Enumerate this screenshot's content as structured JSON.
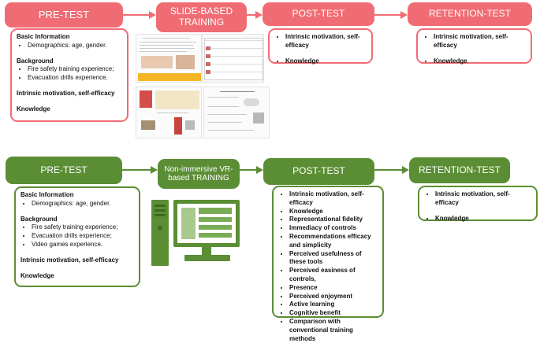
{
  "colors": {
    "red": "#f06c74",
    "green": "#5b8e34",
    "arrow_red": "#f06c74",
    "arrow_green": "#5b8e34"
  },
  "top": {
    "pretest": "PRE-TEST",
    "training": "SLIDE-BASED\nTRAINING",
    "posttest": "POST-TEST",
    "retention": "RETENTION-TEST",
    "pre_box": {
      "basic": "Basic Information",
      "demo": "Demographics: age, gender.",
      "background": "Background",
      "bg_items": [
        "Fire safety training experience;",
        "Evacuation drills experience."
      ],
      "motivation": "Intrinsic motivation, self-efficacy",
      "knowledge": "Knowledge"
    },
    "post_box": {
      "motivation": "Intrinsic motivation, self-efficacy",
      "knowledge": "Knowledge"
    },
    "ret_box": {
      "motivation": "Intrinsic motivation, self-efficacy",
      "knowledge": "Knowledge"
    }
  },
  "bottom": {
    "pretest": "PRE-TEST",
    "training": "Non-immersive VR-\nbased TRAINING",
    "posttest": "POST-TEST",
    "retention": "RETENTION-TEST",
    "pre_box": {
      "basic": "Basic Information",
      "demo": "Demographics: age, gender.",
      "background": "Background",
      "bg_items": [
        "Fire safety training experience;",
        "Evacuation drills experience;",
        "Video games experience."
      ],
      "motivation": "Intrinsic motivation, self-efficacy",
      "knowledge": "Knowledge"
    },
    "post_items": [
      "Intrinsic motivation, self-efficacy",
      "Knowledge",
      "Representational fidelity",
      "Immediacy of controls",
      "Recommendations efficacy and simplicity",
      "Perceived usefulness of these tools",
      "Perceived easiness of controls,",
      "Presence",
      "Perceived enjoyment",
      "Active learning",
      "Cognitive benefit",
      "Comparison with conventional training methods"
    ],
    "ret_box": {
      "motivation": "Intrinsic motivation, self-efficacy",
      "knowledge": "Knowledge"
    }
  },
  "icons": [
    "slide-thumbnail-icon",
    "computer-icon"
  ]
}
